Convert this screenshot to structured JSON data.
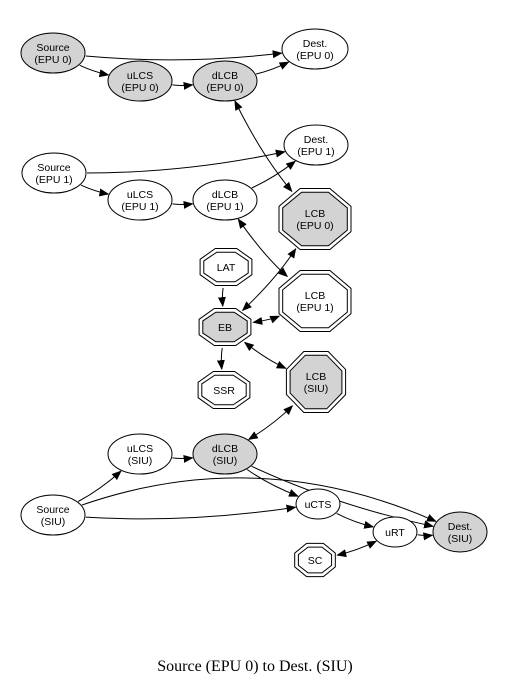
{
  "caption": "Source (EPU 0) to Dest. (SIU)",
  "colors": {
    "highlight": "#d3d3d3",
    "plain": "#ffffff",
    "stroke": "#000000"
  },
  "nodes": {
    "src_epu0": {
      "line1": "Source",
      "line2": "(EPU 0)",
      "shape": "ellipse",
      "fill": "highlight"
    },
    "dest_epu0": {
      "line1": "Dest.",
      "line2": "(EPU 0)",
      "shape": "ellipse",
      "fill": "plain"
    },
    "ulcs_epu0": {
      "line1": "uLCS",
      "line2": "(EPU 0)",
      "shape": "ellipse-bold",
      "fill": "highlight"
    },
    "dlcb_epu0": {
      "line1": "dLCB",
      "line2": "(EPU 0)",
      "shape": "ellipse",
      "fill": "highlight"
    },
    "dest_epu1": {
      "line1": "Dest.",
      "line2": "(EPU 1)",
      "shape": "ellipse",
      "fill": "plain"
    },
    "src_epu1": {
      "line1": "Source",
      "line2": "(EPU 1)",
      "shape": "ellipse",
      "fill": "plain"
    },
    "ulcs_epu1": {
      "line1": "uLCS",
      "line2": "(EPU 1)",
      "shape": "ellipse",
      "fill": "plain"
    },
    "dlcb_epu1": {
      "line1": "dLCB",
      "line2": "(EPU 1)",
      "shape": "ellipse",
      "fill": "plain"
    },
    "lcb_epu0": {
      "line1": "LCB",
      "line2": "(EPU 0)",
      "shape": "octagon",
      "fill": "highlight"
    },
    "lat": {
      "line1": "LAT",
      "line2": "",
      "shape": "octagon",
      "fill": "plain"
    },
    "lcb_epu1": {
      "line1": "LCB",
      "line2": "(EPU 1)",
      "shape": "octagon",
      "fill": "plain"
    },
    "eb": {
      "line1": "EB",
      "line2": "",
      "shape": "octagon",
      "fill": "highlight"
    },
    "ssr": {
      "line1": "SSR",
      "line2": "",
      "shape": "octagon",
      "fill": "plain"
    },
    "lcb_siu": {
      "line1": "LCB",
      "line2": "(SIU)",
      "shape": "octagon",
      "fill": "highlight"
    },
    "ulcs_siu": {
      "line1": "uLCS",
      "line2": "(SIU)",
      "shape": "ellipse",
      "fill": "plain"
    },
    "dlcb_siu": {
      "line1": "dLCB",
      "line2": "(SIU)",
      "shape": "ellipse",
      "fill": "highlight"
    },
    "src_siu": {
      "line1": "Source",
      "line2": "(SIU)",
      "shape": "ellipse",
      "fill": "plain"
    },
    "ucts": {
      "line1": "uCTS",
      "line2": "",
      "shape": "ellipse",
      "fill": "plain"
    },
    "urt": {
      "line1": "uRT",
      "line2": "",
      "shape": "ellipse",
      "fill": "plain"
    },
    "dest_siu": {
      "line1": "Dest.",
      "line2": "(SIU)",
      "shape": "ellipse",
      "fill": "highlight"
    },
    "sc": {
      "line1": "SC",
      "line2": "",
      "shape": "octagon",
      "fill": "plain"
    }
  },
  "edges": [
    {
      "from": "src_epu0",
      "to": "dest_epu0",
      "direction": "forward"
    },
    {
      "from": "src_epu0",
      "to": "ulcs_epu0",
      "direction": "forward"
    },
    {
      "from": "ulcs_epu0",
      "to": "dlcb_epu0",
      "direction": "forward"
    },
    {
      "from": "dlcb_epu0",
      "to": "dest_epu0",
      "direction": "forward"
    },
    {
      "from": "dlcb_epu0",
      "to": "lcb_epu0",
      "direction": "both"
    },
    {
      "from": "src_epu1",
      "to": "dest_epu1",
      "direction": "forward"
    },
    {
      "from": "src_epu1",
      "to": "ulcs_epu1",
      "direction": "forward"
    },
    {
      "from": "ulcs_epu1",
      "to": "dlcb_epu1",
      "direction": "forward"
    },
    {
      "from": "dlcb_epu1",
      "to": "dest_epu1",
      "direction": "forward"
    },
    {
      "from": "dlcb_epu1",
      "to": "lcb_epu1",
      "direction": "both"
    },
    {
      "from": "lat",
      "to": "eb",
      "direction": "forward"
    },
    {
      "from": "eb",
      "to": "lcb_epu0",
      "direction": "both"
    },
    {
      "from": "eb",
      "to": "lcb_epu1",
      "direction": "both"
    },
    {
      "from": "eb",
      "to": "lcb_siu",
      "direction": "both"
    },
    {
      "from": "eb",
      "to": "ssr",
      "direction": "forward"
    },
    {
      "from": "dlcb_siu",
      "to": "lcb_siu",
      "direction": "both"
    },
    {
      "from": "src_siu",
      "to": "ulcs_siu",
      "direction": "forward"
    },
    {
      "from": "ulcs_siu",
      "to": "dlcb_siu",
      "direction": "forward"
    },
    {
      "from": "src_siu",
      "to": "ucts",
      "direction": "forward"
    },
    {
      "from": "dlcb_siu",
      "to": "ucts",
      "direction": "forward"
    },
    {
      "from": "dlcb_siu",
      "to": "dest_siu",
      "direction": "forward"
    },
    {
      "from": "ucts",
      "to": "urt",
      "direction": "forward"
    },
    {
      "from": "urt",
      "to": "dest_siu",
      "direction": "forward"
    },
    {
      "from": "sc",
      "to": "urt",
      "direction": "both"
    },
    {
      "from": "src_siu",
      "to": "dest_siu",
      "direction": "forward"
    }
  ]
}
